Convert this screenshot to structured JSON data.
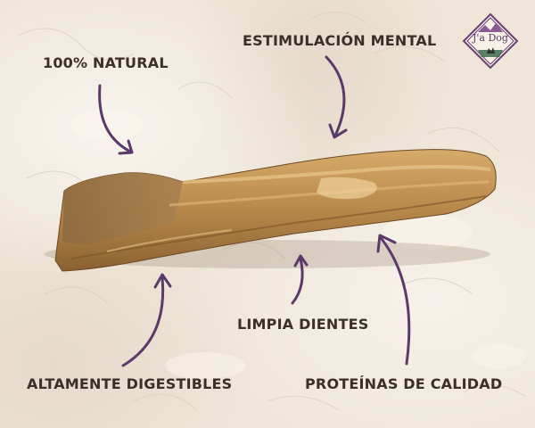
{
  "labels": {
    "natural": "100% NATURAL",
    "mental": "ESTIMULACIÓN MENTAL",
    "dientes": "LIMPIA DIENTES",
    "digestibles": "ALTAMENTE DIGESTIBLES",
    "proteinas": "PROTEÍNAS DE CALIDAD"
  },
  "logo": {
    "text": "J'a Dog"
  },
  "colors": {
    "background": "#efe6d9",
    "arrow": "#5b3a6b",
    "text": "#3b2f2a",
    "product": "#b98a4e"
  }
}
